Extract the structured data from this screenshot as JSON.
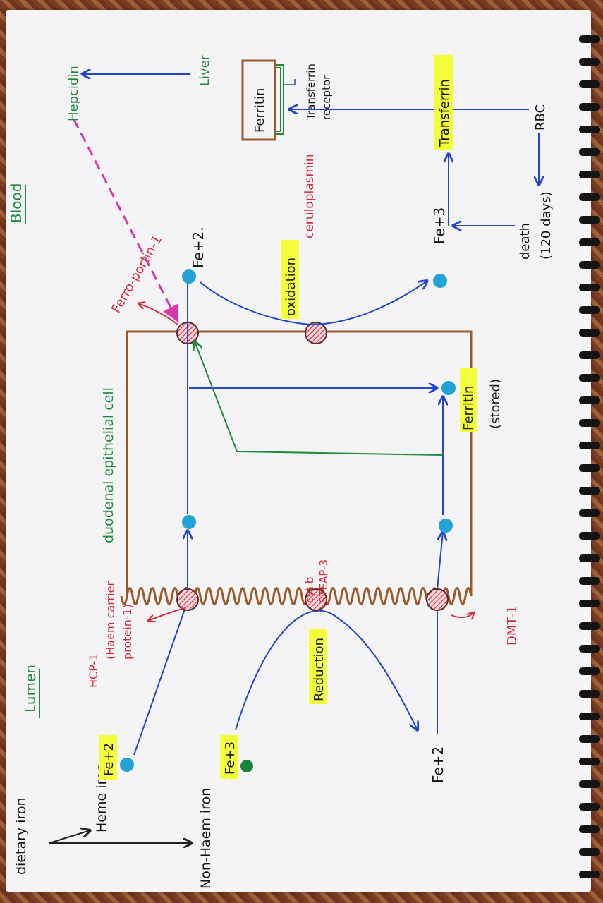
{
  "sections": {
    "lumen": "Lumen",
    "blood": "Blood",
    "cell": "duodenal epithelial cell"
  },
  "dietary": {
    "title": "dietary iron",
    "heme": "Heme iron",
    "non_heme": "Non-Haem iron"
  },
  "ions": {
    "heme_fe": "Fe+2",
    "nonheme_fe": "Fe+3",
    "reduced_fe": "Fe+2",
    "blood_fe2": "Fe+2.",
    "blood_fe3": "Fe+3"
  },
  "transporters": {
    "hcp": "HCP-1 (Haem carrier protein-1)",
    "cytb": "cyt b STEAP-3",
    "dmt": "DMT-1",
    "ferroportin": "Ferro-portin-1"
  },
  "processes": {
    "reduction": "Reduction",
    "oxidation": "oxidation",
    "ceruloplasmin": "ceruloplasmin",
    "ferritin_stored_label": "Ferritin",
    "stored": "(stored)"
  },
  "systemic": {
    "hepcidin": "Hepcidin",
    "liver": "Liver",
    "ferritin_box": "Ferritin",
    "transferrin_receptor": "Transferrin receptor",
    "transferrin": "Transferrin",
    "rbc": "RBC",
    "death": "death (120 days)"
  },
  "colors": {
    "blue": "#2346c8",
    "cell_border": "#9b5a2a",
    "pink": "#d63aa8",
    "red_label": "#d62a3a",
    "green": "#1f8a3a",
    "ion_blue": "#22a3d6",
    "ion_green": "#17853a",
    "highlight": "#f2ff3a"
  }
}
